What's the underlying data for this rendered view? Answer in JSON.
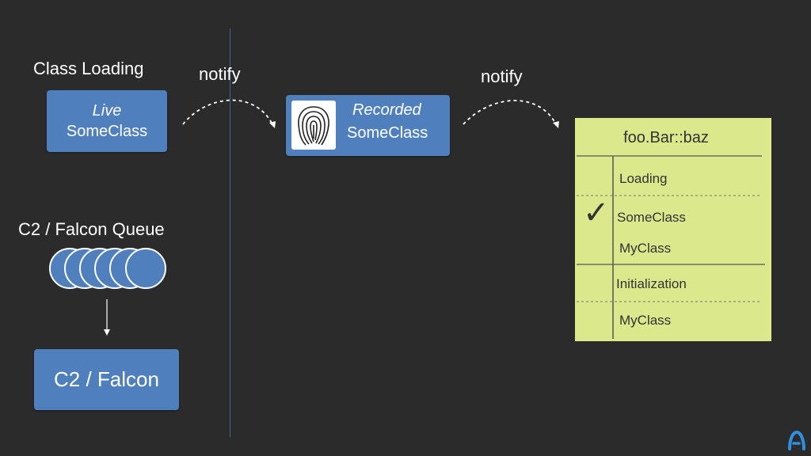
{
  "left": {
    "class_loading_label": "Class Loading",
    "live_box": {
      "line1": "Live",
      "line2": "SomeClass"
    },
    "queue_label": "C2 / Falcon Queue",
    "falcon_box": "C2 / Falcon"
  },
  "arrows": {
    "notify_left": "notify",
    "notify_right": "notify"
  },
  "recorded_box": {
    "line1": "Recorded",
    "line2": "SomeClass",
    "icon": "fingerprint-icon"
  },
  "note": {
    "title": "foo.Bar::baz",
    "loading_header": "Loading",
    "loading_items": [
      "SomeClass",
      "MyClass"
    ],
    "checked_item": "SomeClass",
    "init_header": "Initialization",
    "init_items": [
      "MyClass"
    ],
    "check_icon": "check-icon"
  },
  "colors": {
    "background": "#2b2b2b",
    "box": "#4f7fbd",
    "note": "#dbe98c",
    "logo": "#2f8fe0"
  },
  "logo": {
    "icon": "a-logo-icon"
  }
}
